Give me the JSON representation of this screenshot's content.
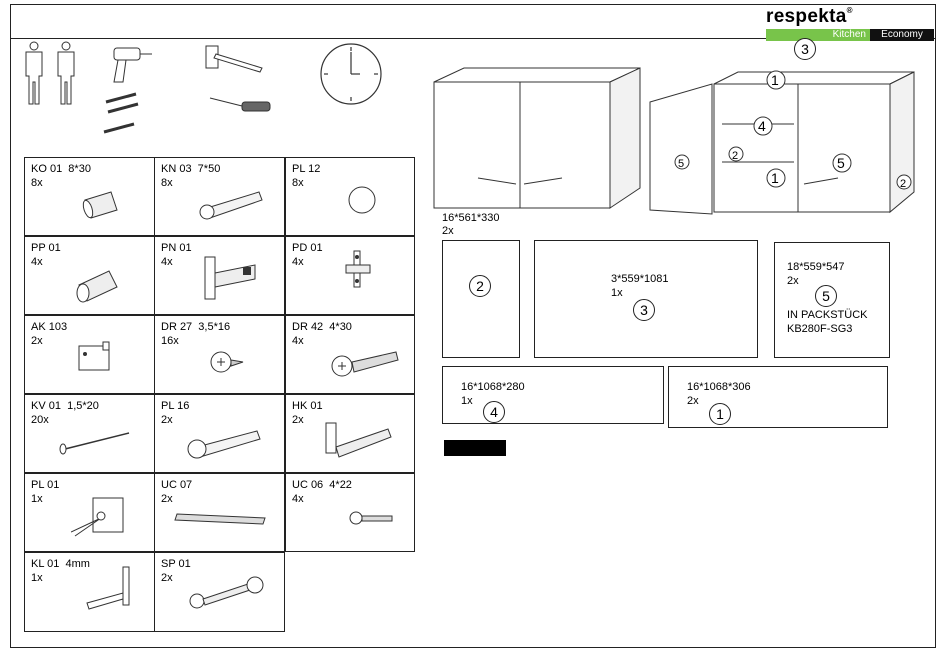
{
  "brand": {
    "name": "respekta",
    "reg": "®",
    "kitchen": "Kitchen",
    "economy": "Economy"
  },
  "tools": [
    "two-persons-icon",
    "drill-icon",
    "hammer-icon",
    "screwdriver-icon",
    "clock-icon"
  ],
  "parts": [
    {
      "code": "KO 01  8*30",
      "qty": "8x",
      "icon": "dowel-icon"
    },
    {
      "code": "KN 03  7*50",
      "qty": "8x",
      "icon": "anchor-plug-icon"
    },
    {
      "code": "PL 12",
      "qty": "8x",
      "icon": "cap-icon"
    },
    {
      "code": "PP 01",
      "qty": "4x",
      "icon": "connector-icon"
    },
    {
      "code": "PN 01",
      "qty": "4x",
      "icon": "hinge-icon"
    },
    {
      "code": "PD 01",
      "qty": "4x",
      "icon": "mounting-plate-icon"
    },
    {
      "code": "AK 103",
      "qty": "2x",
      "icon": "hanger-bracket-icon"
    },
    {
      "code": "DR 27  3,5*16",
      "qty": "16x",
      "icon": "short-screw-icon"
    },
    {
      "code": "DR 42  4*30",
      "qty": "4x",
      "icon": "long-screw-icon"
    },
    {
      "code": "KV 01  1,5*20",
      "qty": "20x",
      "icon": "nail-icon"
    },
    {
      "code": "PL 16",
      "qty": "2x",
      "icon": "wall-plug-icon"
    },
    {
      "code": "HK 01",
      "qty": "2x",
      "icon": "hook-anchor-icon"
    },
    {
      "code": "PL 01",
      "qty": "1x",
      "icon": "spring-plate-icon"
    },
    {
      "code": "UC 07",
      "qty": "2x",
      "icon": "handle-bar-icon"
    },
    {
      "code": "UC 06  4*22",
      "qty": "4x",
      "icon": "bolt-icon"
    },
    {
      "code": "KL 01  4mm",
      "qty": "1x",
      "icon": "hex-key-icon"
    },
    {
      "code": "SP 01",
      "qty": "2x",
      "icon": "spacer-bolt-icon"
    }
  ],
  "panels": {
    "side": {
      "dims": "16*561*330",
      "qty": "2x",
      "num": "2"
    },
    "back": {
      "dims": "3*559*1081",
      "qty": "1x",
      "num": "3"
    },
    "door": {
      "dims": "18*559*547",
      "qty": "2x",
      "num": "5",
      "note1": "IN PACKSTÜCK",
      "note2": "KB280F-SG3"
    },
    "shelf": {
      "dims": "16*1068*280",
      "qty": "1x",
      "num": "4"
    },
    "topbottom": {
      "dims": "16*1068*306",
      "qty": "2x",
      "num": "1"
    }
  },
  "labels": {
    "n1": "1",
    "n2": "2",
    "n3": "3",
    "n4": "4",
    "n5": "5"
  }
}
